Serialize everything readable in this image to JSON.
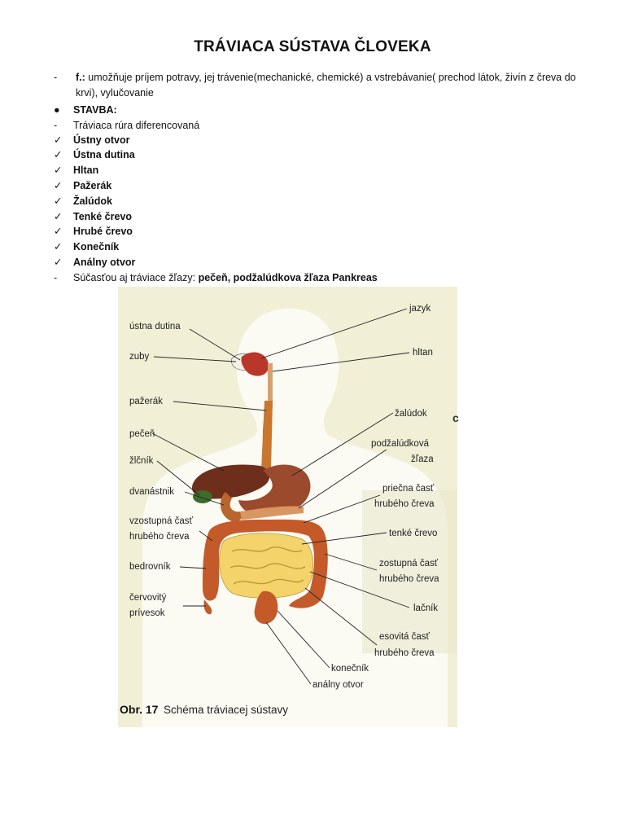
{
  "title": "TRÁVIACA SÚSTAVA ČLOVEKA",
  "function": {
    "bullet": "-",
    "prefix": "f.:",
    "text": "umožňuje príjem potravy, jej trávenie(mechanické, chemické) a vstrebávanie( prechod látok, živín z čreva do krvi), vylučovanie"
  },
  "structure": {
    "bullet": "●",
    "label": "STAVBA:"
  },
  "tract_line": {
    "bullet": "-",
    "text": "Tráviaca rúra diferencovaná"
  },
  "check_mark": "✓",
  "parts": [
    "Ústny otvor",
    "Ústna dutina",
    "Hltan",
    "Pažerák",
    "Žalúdok",
    "Tenké črevo",
    "Hrubé črevo",
    "Konečník",
    "Análny otvor"
  ],
  "glands_line": {
    "bullet": "-",
    "prefix": "Súčasťou aj tráviace žľazy:",
    "text": "pečeň, podžalúdkova žľaza Pankreas"
  },
  "figure": {
    "caption_number": "Obr. 17",
    "caption_text": "Schéma tráviacej sústavy",
    "side_glyph": "c",
    "labels_left": {
      "ustna_dutina": "ústna dutina",
      "zuby": "zuby",
      "pazerak": "pažerák",
      "pecen": "pečeň",
      "zlcnik": "žlčník",
      "dvanastnik": "dvanástnik",
      "vzostupna_1": "vzostupná časť",
      "vzostupna_2": "hrubého čreva",
      "bedrovnik": "bedrovník",
      "cervovity_1": "červovitý",
      "cervovity_2": "prívesok"
    },
    "labels_right": {
      "jazyk": "jazyk",
      "hltan": "hltan",
      "zaludok": "žalúdok",
      "podzaludkova_1": "podžalúdková",
      "podzaludkova_2": "žľaza",
      "priecna_1": "priečna časť",
      "priecna_2": "hrubého čreva",
      "tenke": "tenké črevo",
      "zostupna_1": "zostupná časť",
      "zostupna_2": "hrubého čreva",
      "lacnik": "lačník",
      "esovita_1": "esovitá časť",
      "esovita_2": "hrubého čreva",
      "konecnik": "konečník",
      "analny": "análny otvor"
    },
    "colors": {
      "background": "#f1f0d6",
      "silhouette": "#fbfaf3",
      "liver": "#6e2e1c",
      "stomach": "#9b4a2e",
      "esophagus": "#c9772f",
      "small_intestine": "#f3d36a",
      "large_intestine": "#c45a2a"
    }
  }
}
